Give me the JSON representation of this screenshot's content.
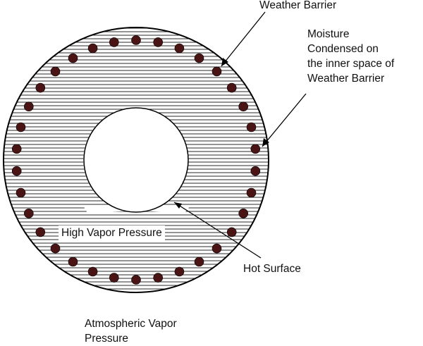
{
  "labels": {
    "weather_barrier": "Weather Barrier",
    "moisture_lines": [
      "Moisture",
      "Condensed on",
      "the inner space of",
      "Weather Barrier"
    ],
    "high_vapor_pressure": "High Vapor Pressure",
    "hot_surface": "Hot Surface",
    "atmospheric_lines": [
      "Atmospheric Vapor",
      "Pressure"
    ]
  },
  "colors": {
    "hatch": "#2a2a2a",
    "droplet": "#4a1414",
    "outline": "#000000",
    "background": "#ffffff"
  }
}
